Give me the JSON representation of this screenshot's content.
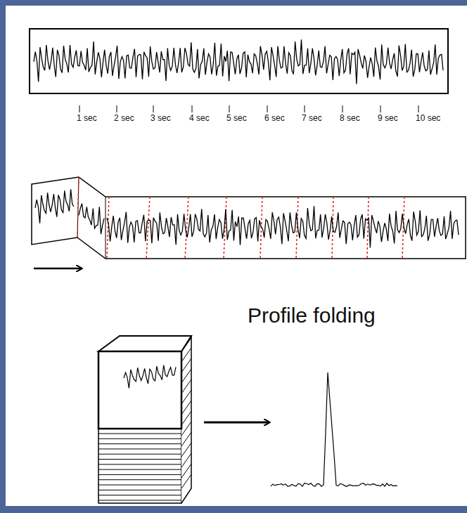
{
  "diagram": {
    "labels": [
      "1 sec",
      "2 sec",
      "3 sec",
      "4 sec",
      "5 sec",
      "6 sec",
      "7 sec",
      "8 sec",
      "9 sec",
      "10 sec",
      "Profile folding"
    ]
  }
}
